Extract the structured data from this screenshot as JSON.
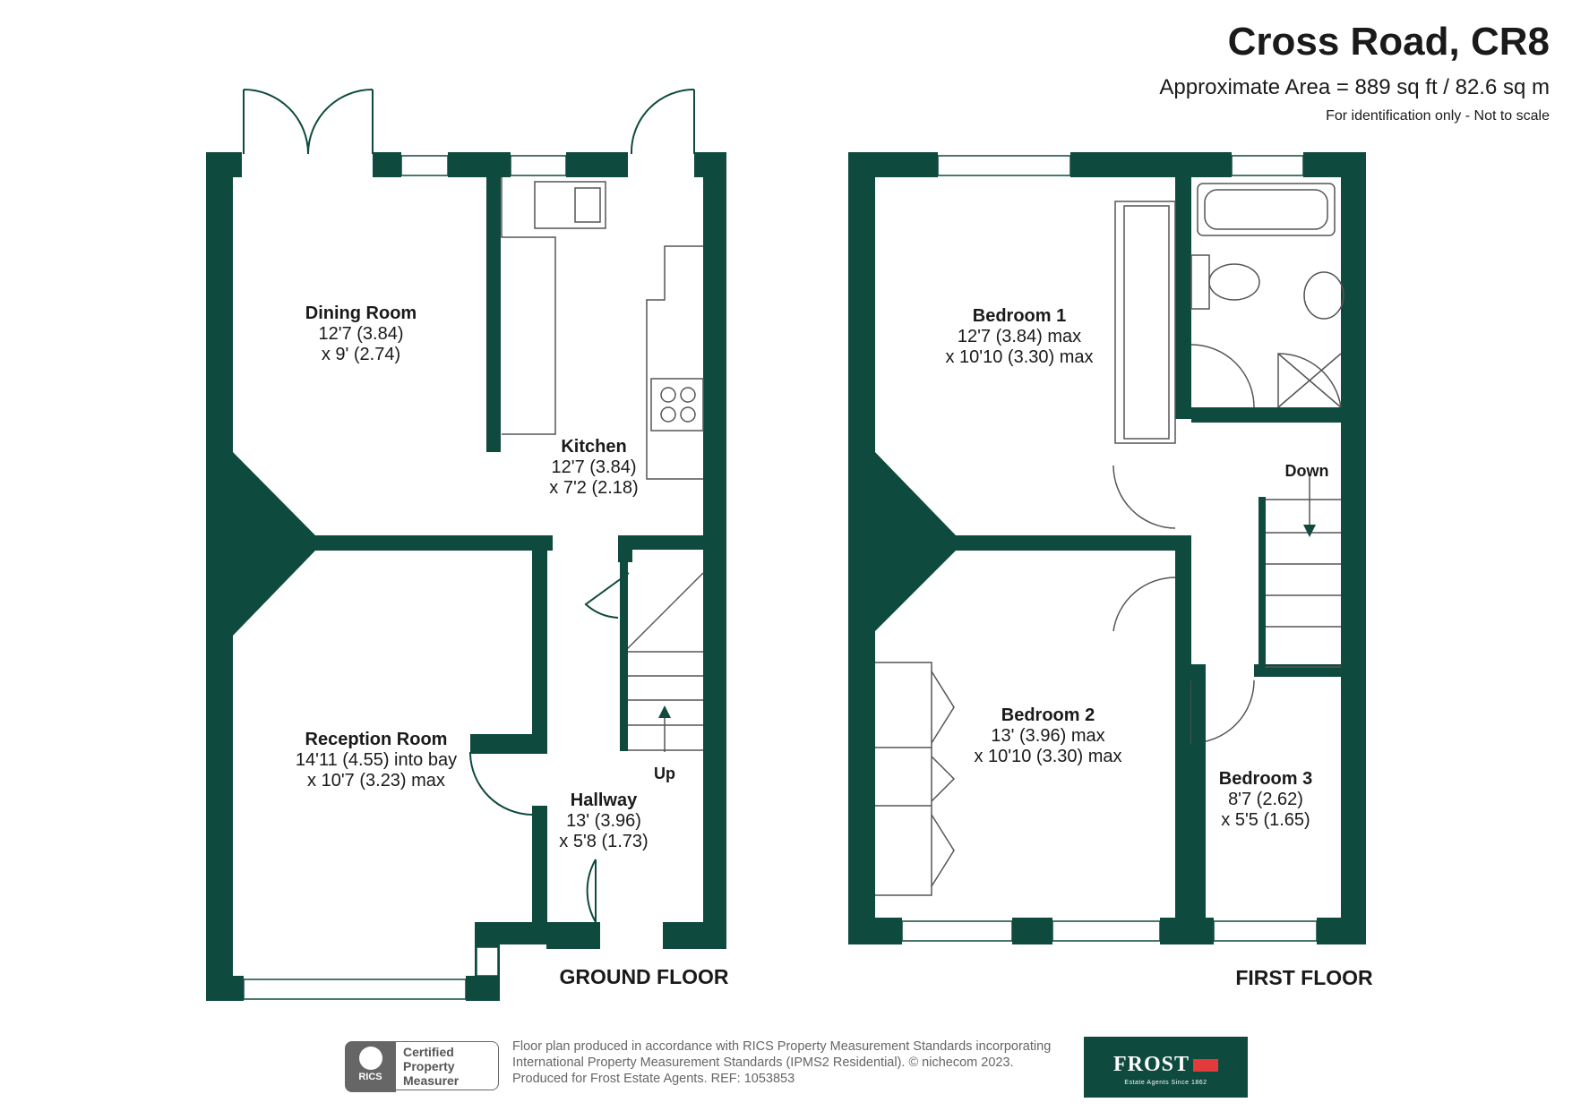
{
  "header": {
    "title": "Cross Road, CR8",
    "area": "Approximate Area = 889 sq ft / 82.6 sq m",
    "note": "For identification only - Not to scale"
  },
  "floors": {
    "ground": {
      "label": "GROUND FLOOR",
      "rooms": {
        "dining": {
          "name": "Dining Room",
          "dim1": "12'7 (3.84)",
          "dim2": "x 9' (2.74)"
        },
        "kitchen": {
          "name": "Kitchen",
          "dim1": "12'7 (3.84)",
          "dim2": "x 7'2 (2.18)"
        },
        "reception": {
          "name": "Reception Room",
          "dim1": "14'11 (4.55) into bay",
          "dim2": "x 10'7 (3.23) max"
        },
        "hallway": {
          "name": "Hallway",
          "dim1": "13' (3.96)",
          "dim2": "x 5'8 (1.73)"
        }
      },
      "stairs_label": "Up"
    },
    "first": {
      "label": "FIRST FLOOR",
      "rooms": {
        "bedroom1": {
          "name": "Bedroom 1",
          "dim1": "12'7 (3.84) max",
          "dim2": "x 10'10 (3.30) max"
        },
        "bedroom2": {
          "name": "Bedroom 2",
          "dim1": "13' (3.96) max",
          "dim2": "x 10'10 (3.30) max"
        },
        "bedroom3": {
          "name": "Bedroom 3",
          "dim1": "8'7 (2.62)",
          "dim2": "x 5'5 (1.65)"
        }
      },
      "stairs_label": "Down"
    }
  },
  "footer": {
    "line1": "Floor plan produced in accordance with RICS Property Measurement Standards incorporating",
    "line2": "International Property Measurement Standards (IPMS2 Residential).   © nichecom 2023.",
    "line3": "Produced for Frost Estate Agents.   REF:  1053853",
    "rics_badge": "RICS",
    "certified": [
      "Certified",
      "Property",
      "Measurer"
    ],
    "frost_name": "FROST",
    "frost_tagline": "Estate Agents Since 1862"
  },
  "colors": {
    "wall": "#0e4a3e",
    "text": "#1a1a1a",
    "fixture_line": "#555555"
  }
}
